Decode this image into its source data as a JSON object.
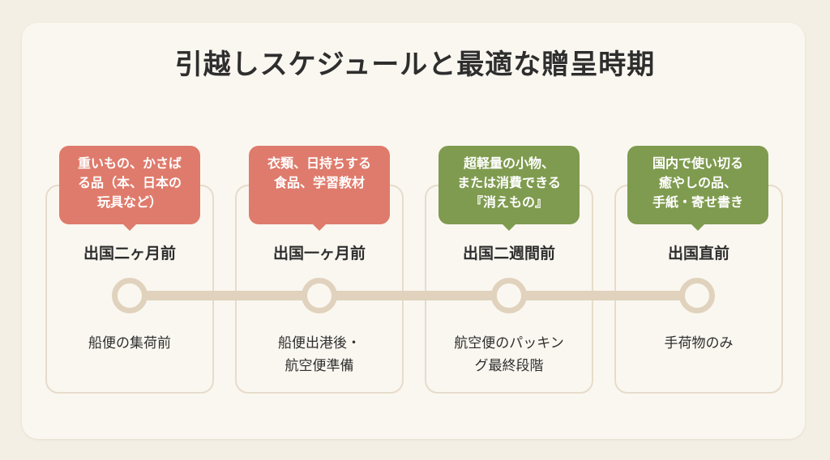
{
  "title": "引越しスケジュールと最適な贈呈時期",
  "colors": {
    "background": "#f4efe4",
    "panel": "#faf7f0",
    "card_border": "#e6dccb",
    "timeline": "#e0d2bd",
    "bubble_red": "#df7b6c",
    "bubble_green": "#7f9b4f",
    "text": "#2e2e2e"
  },
  "stages": [
    {
      "bubble": "重いもの、かさば\nる品（本、日本の\n玩具など）",
      "bubble_color": "red",
      "stage": "出国二ヶ月前",
      "desc": "船便の集荷前"
    },
    {
      "bubble": "衣類、日持ちする\n食品、学習教材",
      "bubble_color": "red",
      "stage": "出国一ヶ月前",
      "desc": "船便出港後・\n航空便準備"
    },
    {
      "bubble": "超軽量の小物、\nまたは消費できる\n『消えもの』",
      "bubble_color": "green",
      "stage": "出国二週間前",
      "desc": "航空便のパッキン\nグ最終段階"
    },
    {
      "bubble": "国内で使い切る\n癒やしの品、\n手紙・寄せ書き",
      "bubble_color": "green",
      "stage": "出国直前",
      "desc": "手荷物のみ"
    }
  ]
}
